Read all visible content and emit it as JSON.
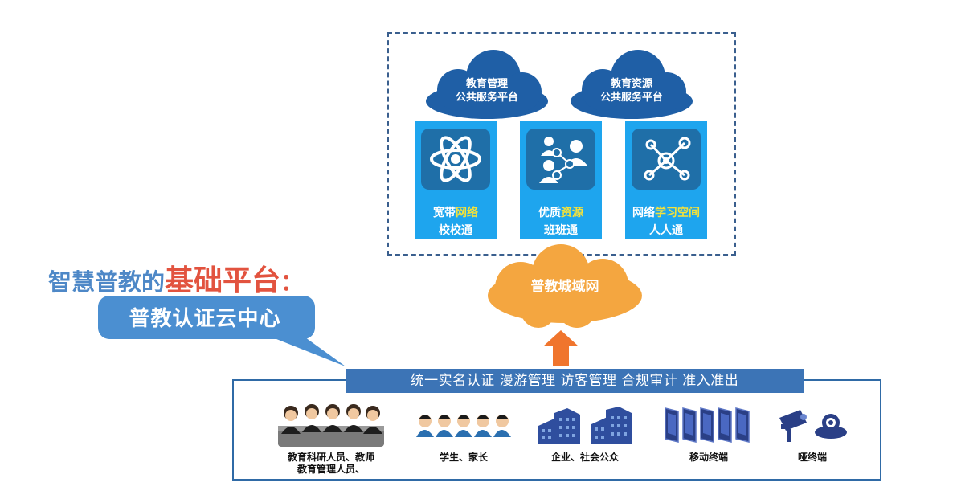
{
  "colors": {
    "frame": "#3a5f8e",
    "cloud_blue": "#1f5fa6",
    "card": "#1ea5ee",
    "tile": "#1f6fa8",
    "highlight": "#f4e23a",
    "orange": "#f4a640",
    "red": "#e2533f",
    "headline_blue": "#4e88c7",
    "banner": "#3c74b6"
  },
  "clouds": [
    {
      "line1": "教育管理",
      "line2": "公共服务平台"
    },
    {
      "line1": "教育资源",
      "line2": "公共服务平台"
    }
  ],
  "cards": [
    {
      "icon": "atom-icon",
      "prefix": "宽带",
      "highlight": "网络",
      "line2": "校校通"
    },
    {
      "icon": "people-network-icon",
      "prefix": "优质",
      "highlight": "资源",
      "line2": "班班通"
    },
    {
      "icon": "share-nodes-icon",
      "prefix": "网络",
      "highlight": "学习空间",
      "line2": "人人通"
    }
  ],
  "network_cloud": {
    "label": "普教城域网"
  },
  "headline": {
    "part1": "智慧普教的",
    "part2": "基础平台",
    "part3": "："
  },
  "bubble": {
    "label": "普教认证云中心"
  },
  "banner": {
    "label": "统一实名认证  漫游管理  访客管理   合规审计  准入准出"
  },
  "groups": [
    {
      "icon": "business-people-icon",
      "label_line1": "教育科研人员、教师",
      "label_line2": "教育管理人员、"
    },
    {
      "icon": "students-icon",
      "label_line1": "学生、家长"
    },
    {
      "icon": "buildings-icon",
      "label_line1": "企业、社会公众"
    },
    {
      "icon": "mobile-devices-icon",
      "label_line1": "移动终端"
    },
    {
      "icon": "camera-icon",
      "label_line1": "哑终端"
    }
  ]
}
